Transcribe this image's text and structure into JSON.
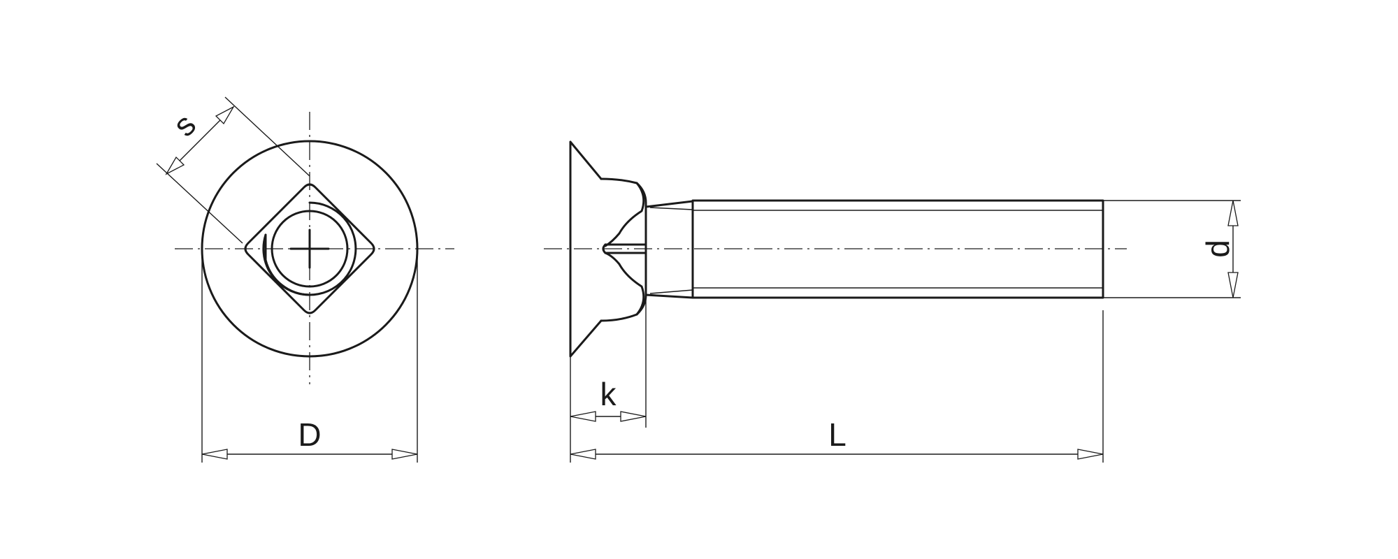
{
  "title": "",
  "views": {
    "top_view": {
      "name": "head-top-view"
    },
    "side_view": {
      "name": "screw-side-view"
    }
  },
  "dimensions": {
    "s": "s",
    "D": "D",
    "k": "k",
    "L": "L",
    "d": "d"
  },
  "colors": {
    "line": "#1a1a1a",
    "background": "#ffffff"
  }
}
